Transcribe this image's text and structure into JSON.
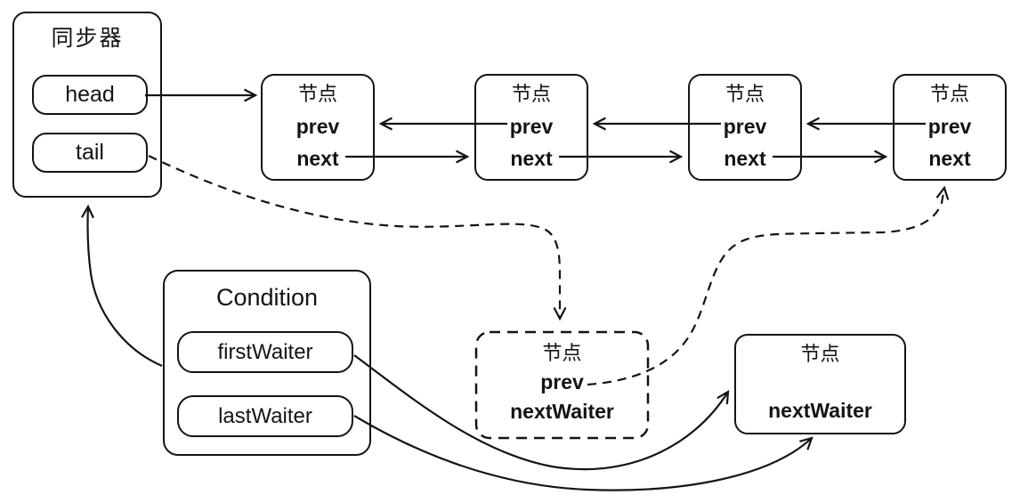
{
  "synchronizer": {
    "title": "同步器",
    "head_label": "head",
    "tail_label": "tail"
  },
  "sync_queue": {
    "nodes": [
      {
        "title": "节点",
        "prev_label": "prev",
        "next_label": "next"
      },
      {
        "title": "节点",
        "prev_label": "prev",
        "next_label": "next"
      },
      {
        "title": "节点",
        "prev_label": "prev",
        "next_label": "next"
      },
      {
        "title": "节点",
        "prev_label": "prev",
        "next_label": "next"
      }
    ]
  },
  "condition": {
    "title": "Condition",
    "first_waiter_label": "firstWaiter",
    "last_waiter_label": "lastWaiter"
  },
  "pending_node": {
    "title": "节点",
    "prev_label": "prev",
    "next_waiter_label": "nextWaiter",
    "border_style": "dashed"
  },
  "waiter_node": {
    "title": "节点",
    "next_waiter_label": "nextWaiter"
  },
  "edges": [
    {
      "from": "synchronizer.head",
      "to": "sync-node-1",
      "style": "solid"
    },
    {
      "from": "sync-node-1.next",
      "to": "sync-node-2",
      "style": "solid"
    },
    {
      "from": "sync-node-2.prev",
      "to": "sync-node-1",
      "style": "solid"
    },
    {
      "from": "sync-node-2.next",
      "to": "sync-node-3",
      "style": "solid"
    },
    {
      "from": "sync-node-3.prev",
      "to": "sync-node-2",
      "style": "solid"
    },
    {
      "from": "sync-node-3.next",
      "to": "sync-node-4",
      "style": "solid"
    },
    {
      "from": "sync-node-4.prev",
      "to": "sync-node-3",
      "style": "solid"
    },
    {
      "from": "synchronizer.tail",
      "to": "pending-node",
      "style": "dashed"
    },
    {
      "from": "pending-node.prev",
      "to": "sync-node-4",
      "style": "dashed"
    },
    {
      "from": "condition",
      "to": "synchronizer",
      "style": "solid"
    },
    {
      "from": "condition.firstWaiter",
      "to": "waiter-node",
      "style": "solid"
    },
    {
      "from": "condition.lastWaiter",
      "to": "waiter-node",
      "style": "solid"
    }
  ],
  "colors": {
    "line": "#141414",
    "background": "#ffffff"
  }
}
